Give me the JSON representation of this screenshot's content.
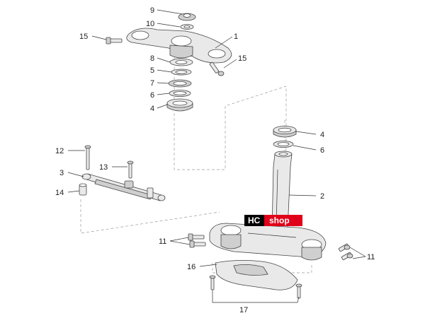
{
  "labels": {
    "n1": "1",
    "n2": "2",
    "n3": "3",
    "n4a": "4",
    "n4b": "4",
    "n5": "5",
    "n6a": "6",
    "n6b": "6",
    "n7": "7",
    "n8": "8",
    "n9": "9",
    "n10": "10",
    "n11a": "11",
    "n11b": "11",
    "n12": "12",
    "n13": "13",
    "n14": "14",
    "n15a": "15",
    "n15b": "15",
    "n16": "16",
    "n17": "17"
  },
  "watermark": {
    "left": "HC",
    "right": "shop",
    "colors": {
      "left_bg": "#000000",
      "left_fg": "#ffffff",
      "right_bg": "#e0001a",
      "right_fg": "#ffffff"
    }
  }
}
